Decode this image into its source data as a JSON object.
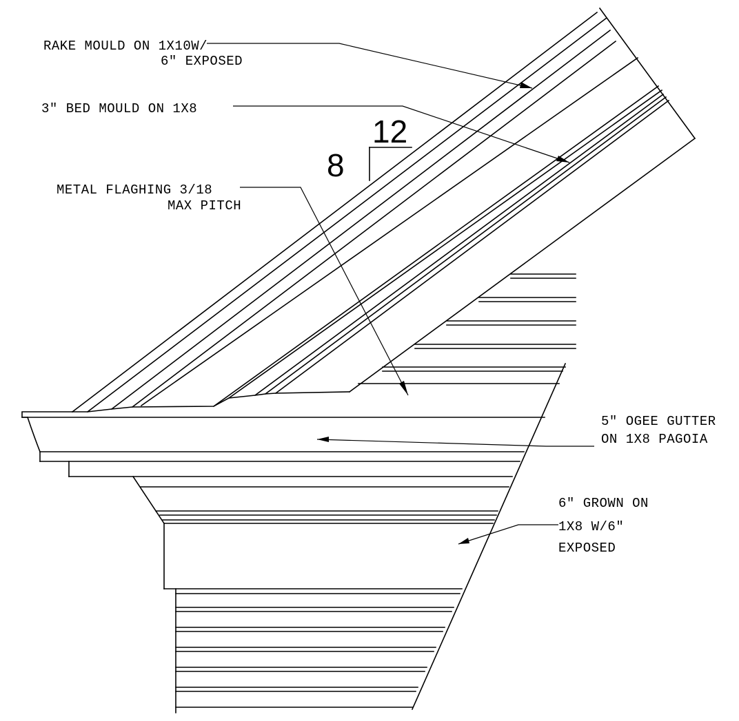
{
  "labels": {
    "rake": {
      "line1": "RAKE MOULD ON 1X10W/",
      "line2": "6\" EXPOSED"
    },
    "bed": {
      "line1": "3\" BED MOULD ON 1X8"
    },
    "flashing": {
      "line1": "METAL FLAGHING 3/18",
      "line2": "MAX PITCH"
    },
    "gutter": {
      "line1": "5\" OGEE GUTTER",
      "line2": "ON 1X8 PAGOIA"
    },
    "crown": {
      "line1": "6\" GROWN ON",
      "line2": "1X8 W/6\"",
      "line3": "EXPOSED"
    }
  },
  "pitch": {
    "rise": "8",
    "run": "12"
  }
}
